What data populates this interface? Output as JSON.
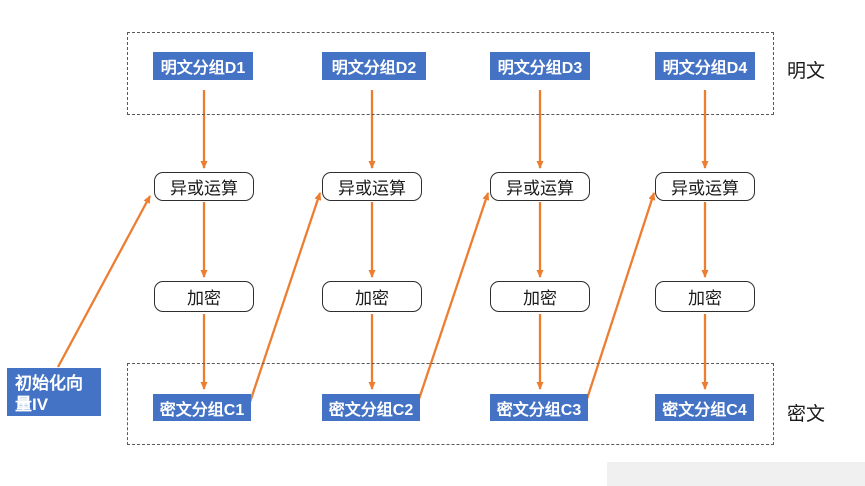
{
  "colors": {
    "node_blue": "#4472C4",
    "arrow_orange": "#ED7D31",
    "node_border": "#2E2E2E",
    "dashed_border": "#5A5A5A",
    "text_dark": "#1A1A1A",
    "footer_gray": "#F0F0F0"
  },
  "plaintext": {
    "section_label": "明文",
    "blocks": [
      "明文分组D1",
      "明文分组D2",
      "明文分组D3",
      "明文分组D4"
    ]
  },
  "xor_label": "异或运算",
  "encrypt_label": "加密",
  "ciphertext": {
    "section_label": "密文",
    "blocks": [
      "密文分组C1",
      "密文分组C2",
      "密文分组C3",
      "密文分组C4"
    ]
  },
  "iv_label": "初始化向量IV"
}
